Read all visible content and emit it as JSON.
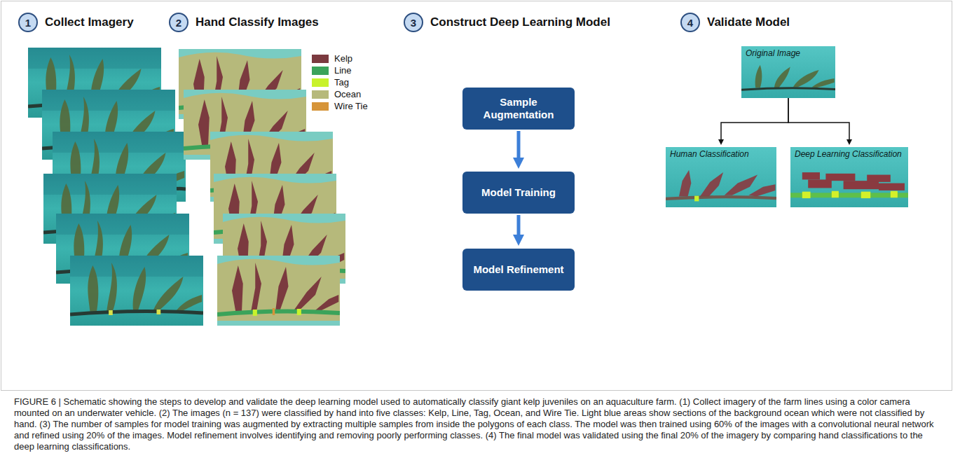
{
  "diagram": {
    "caption": "FIGURE 6 | Schematic showing the steps to develop and validate the deep learning model used to automatically classify giant kelp juveniles on an aquaculture farm. (1) Collect imagery of the farm lines using a color camera mounted on an underwater vehicle. (2) The images (n = 137) were classified by hand into five classes: Kelp, Line, Tag, Ocean, and Wire Tie. Light blue areas show sections of the background ocean which were not classified by hand. (3) The number of samples for model training was augmented by extracting multiple samples from inside the polygons of each class. The model was then trained using 60% of the images with a convolutional neural network and refined using 20% of the images. Model refinement involves identifying and removing poorly performing classes. (4) The final model was validated using the final 20% of the imagery by comparing hand classifications to the deep learning classifications.",
    "nodes": [
      {
        "text": [
          "1",
          "Collect Imagery"
        ]
      },
      {
        "text": [
          "2",
          "Hand Classify Images"
        ]
      },
      {
        "text": [
          "3",
          "Construct Deep Learning Model"
        ]
      },
      {
        "text": [
          "4",
          "Validate Model"
        ]
      },
      {
        "text": [
          "Sample Augmentation"
        ]
      },
      {
        "text": [
          "Model Training"
        ]
      },
      {
        "text": [
          "Model Refinement"
        ]
      },
      {
        "text": [
          "Original Image"
        ]
      },
      {
        "text": [
          "Human Classification"
        ]
      },
      {
        "text": [
          "Deep Learning Classification"
        ]
      }
    ],
    "edges": [
      {
        "from": 4,
        "to": 5,
        "arrow": "to"
      },
      {
        "from": 5,
        "to": 6,
        "arrow": "to"
      },
      {
        "from": 7,
        "to": 8,
        "arrow": "to"
      },
      {
        "from": 7,
        "to": 9,
        "arrow": "to"
      }
    ],
    "legend": [
      {
        "text": "Kelp",
        "color": "#7b3a3f"
      },
      {
        "text": "Line",
        "color": "#3ba35a"
      },
      {
        "text": "Tag",
        "color": "#c8f22c"
      },
      {
        "text": "Ocean",
        "color": "#b6b97b"
      },
      {
        "text": "Wire Tie",
        "color": "#d6953a"
      }
    ]
  }
}
